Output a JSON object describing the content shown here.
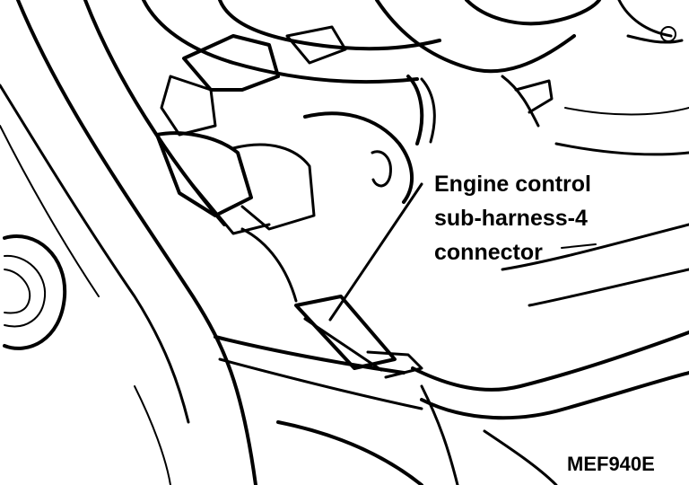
{
  "callout": {
    "lines": [
      "Engine control",
      "sub-harness-4",
      "connector"
    ]
  },
  "figure_id": "MEF940E",
  "colors": {
    "ink": "#000000",
    "paper": "#ffffff"
  }
}
